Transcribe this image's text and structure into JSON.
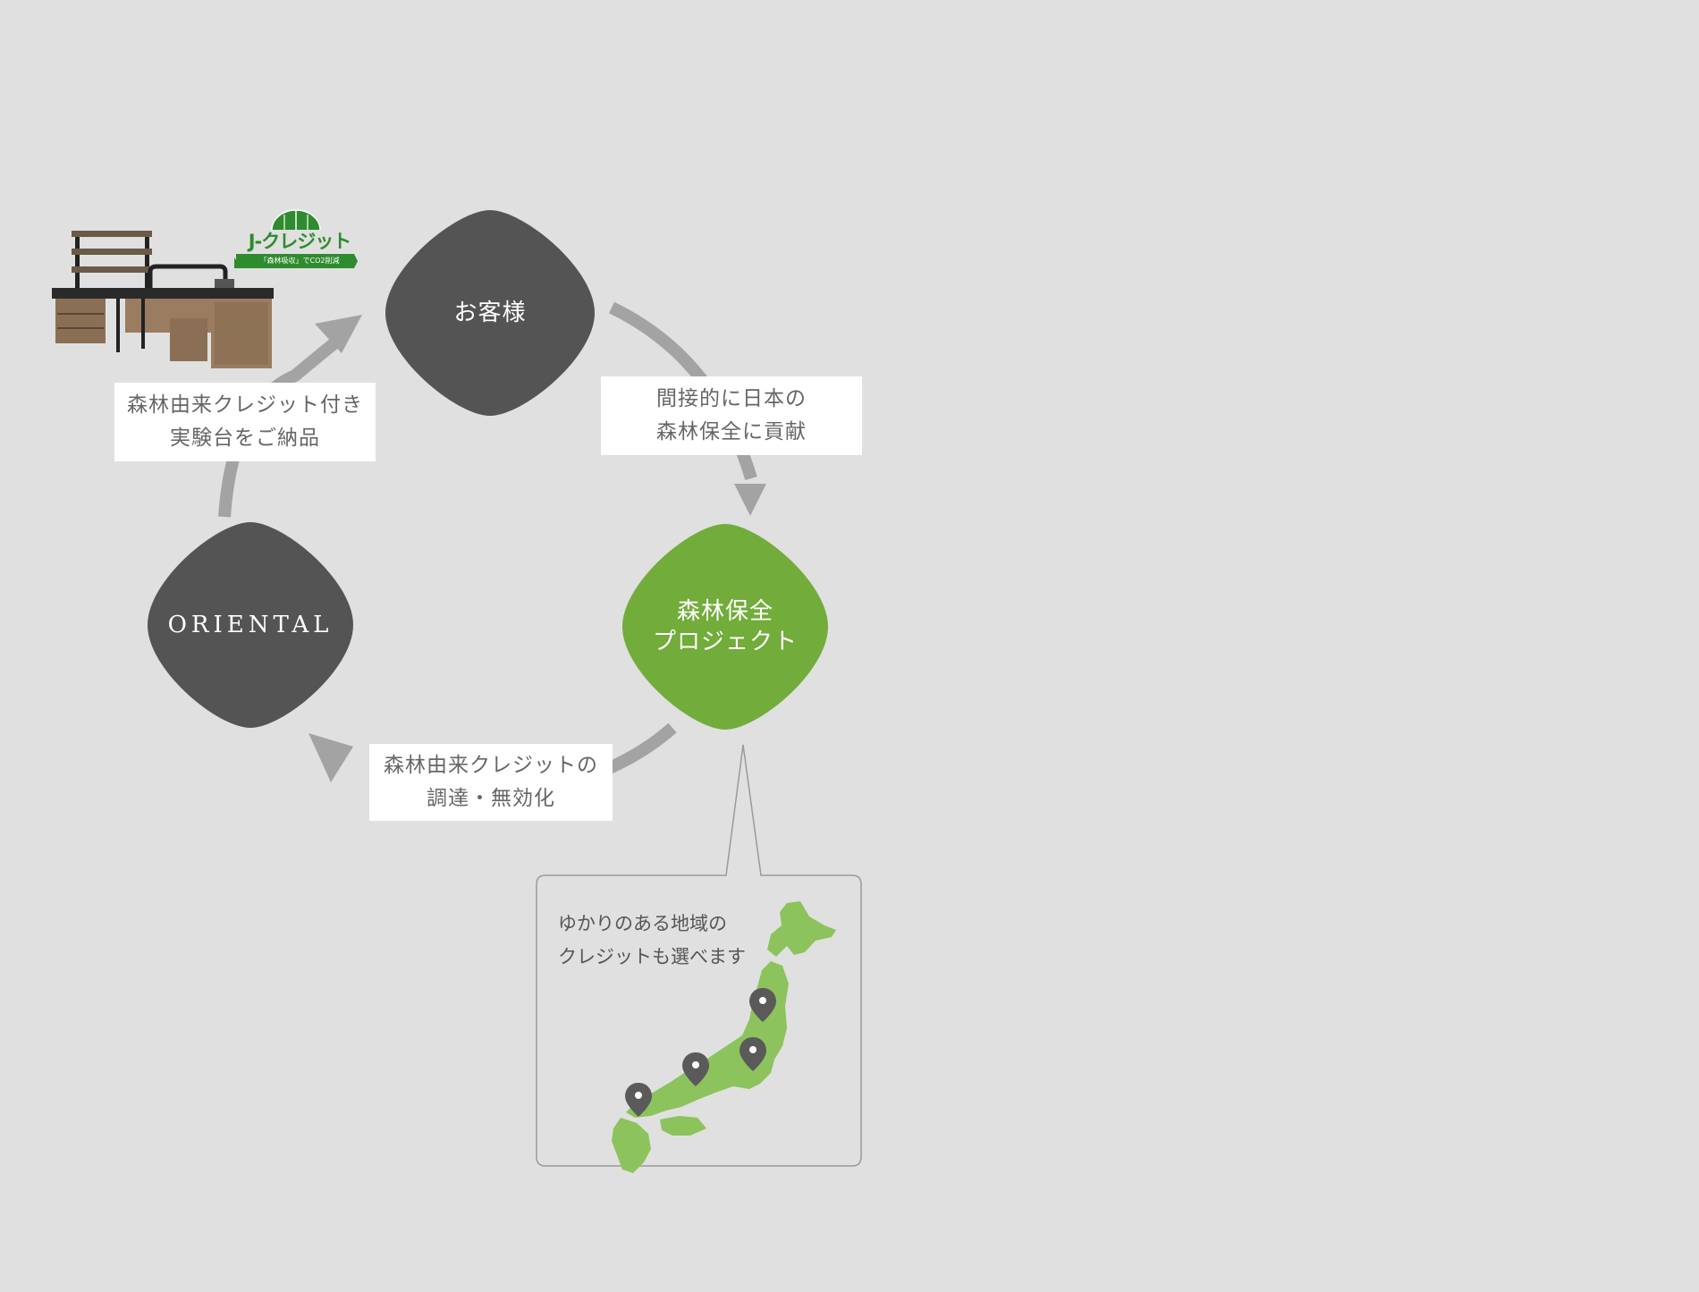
{
  "nodes": {
    "customer": "お客様",
    "brand": "ORIENTAL",
    "forest_line1": "森林保全",
    "forest_line2": "プロジェクト"
  },
  "labels": {
    "delivery_line1": "森林由来クレジット付き",
    "delivery_line2": "実験台をご納品",
    "contribution_line1": "間接的に日本の",
    "contribution_line2": "森林保全に貢献",
    "procurement_line1": "森林由来クレジットの",
    "procurement_line2": "調達・無効化"
  },
  "callout": {
    "line1": "ゆかりのある地域の",
    "line2": "クレジットも選べます"
  },
  "logo": {
    "text": "J-クレジット",
    "subtext": "「森林吸収」でCO2削減"
  },
  "colors": {
    "background": "#e0e0e0",
    "dark_node": "#545454",
    "green_node": "#72ac3b",
    "arrow": "#a3a3a3",
    "map_green": "#8cc35c",
    "pin": "#5a5a5a",
    "logo_green": "#2e8b2e"
  },
  "icons": [
    "map-pin-icon",
    "japan-map",
    "lab-bench-image",
    "j-credit-logo"
  ]
}
